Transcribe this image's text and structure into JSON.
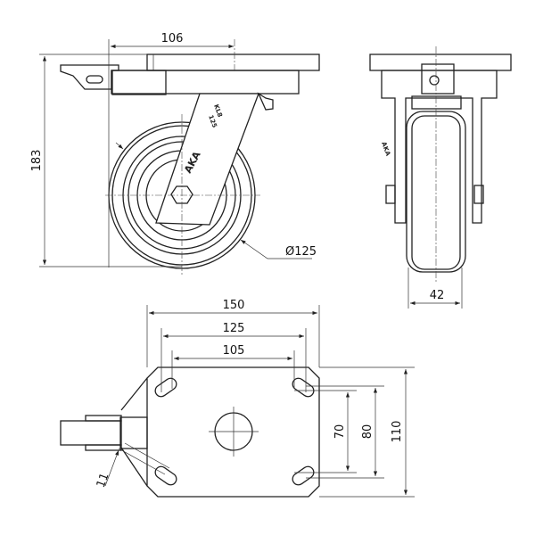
{
  "side_view": {
    "dim_offset": "106",
    "dim_height": "183",
    "dim_diameter": "Ø125",
    "fork_marking_1": "KL8",
    "fork_marking_2": "125",
    "fork_logo": "AKA"
  },
  "front_view": {
    "dim_wheel_width": "42"
  },
  "bottom_view": {
    "dim_plate_width": "150",
    "dim_slot_outer": "125",
    "dim_slot_inner": "105",
    "dim_slot_inner_v": "70",
    "dim_slot_outer_v": "80",
    "dim_plate_height": "110",
    "dim_slot_width": "11"
  }
}
